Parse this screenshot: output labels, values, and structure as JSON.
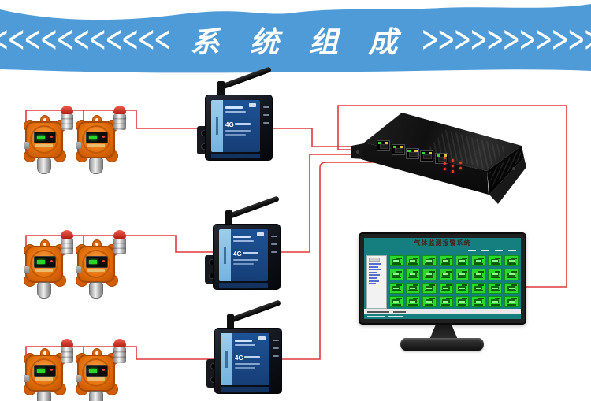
{
  "header": {
    "left_arrows": "<<<<<<<<<<<<<<",
    "title": "系 统 组 成",
    "right_arrows": ">>>>>>>>>>>>>>"
  },
  "router": {
    "label_4g": "4G"
  },
  "monitor": {
    "title": "气体监测报警系统",
    "tile_count": 32,
    "sidebar_line_count": 8
  },
  "counts": {
    "detector_pairs": 3,
    "detectors": 6,
    "alarm_cylinders": 6,
    "routers": 3,
    "switch_ports": 5
  },
  "colors": {
    "header_bg": "#4e9bd8",
    "wire_red": "#e03a3a",
    "detector_orange": "#e06c08",
    "router_panel_blue": "#1d5296",
    "router_panel_light": "#8ec7ea",
    "switch_black": "#141414",
    "screen_teal": "#157f7f",
    "tile_green": "#2bd82b"
  }
}
